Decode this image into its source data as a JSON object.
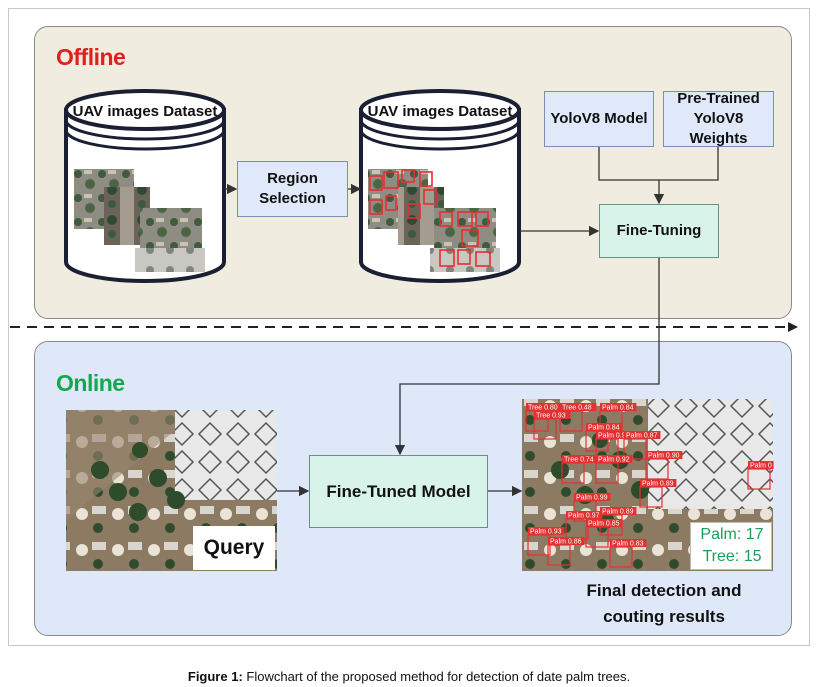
{
  "offline": {
    "title": "Offline"
  },
  "online": {
    "title": "Online"
  },
  "dataset_left": {
    "label": "UAV images Dataset"
  },
  "dataset_right": {
    "label": "UAV images Dataset"
  },
  "region_selection": {
    "line1": "Region",
    "line2": "Selection"
  },
  "yolo_model": {
    "label": "YoloV8 Model"
  },
  "yolo_weights": {
    "line1": "Pre-Trained",
    "line2": "YoloV8 Weights"
  },
  "fine_tuning": {
    "label": "Fine-Tuning"
  },
  "finetuned_model": {
    "label": "Fine-Tuned Model"
  },
  "query": {
    "label": "Query"
  },
  "counts": {
    "palm": "Palm: 17",
    "tree": "Tree: 15"
  },
  "results": {
    "line1": "Final detection and",
    "line2": "couting results"
  },
  "detections": [
    "Tree 0.80",
    "Tree 0.48",
    "Palm 0.84",
    "Tree 0.93",
    "Palm 0.84",
    "Palm 0.94",
    "Palm 0.87",
    "Palm 0.90",
    "Tree 0.74",
    "Palm 0.92",
    "Palm 0.89",
    "Palm 0.99",
    "Palm 0.89",
    "Palm 0.97",
    "Palm 0.85",
    "Palm 0.93",
    "Palm 0.86",
    "Palm 0.83",
    "Palm 0"
  ],
  "caption": {
    "bold": "Figure 1:",
    "text": " Flowchart of the proposed method for detection of date palm trees."
  },
  "colors": {
    "offline_title": "#e0201e",
    "online_title": "#12a94a",
    "offline_bg": "#f1ece0",
    "online_bg": "#dfe8f8",
    "box_blue": "#dfe9fa",
    "box_green": "#d8f3ea",
    "detection_red": "#e53030",
    "count_green": "#1ba05c"
  }
}
